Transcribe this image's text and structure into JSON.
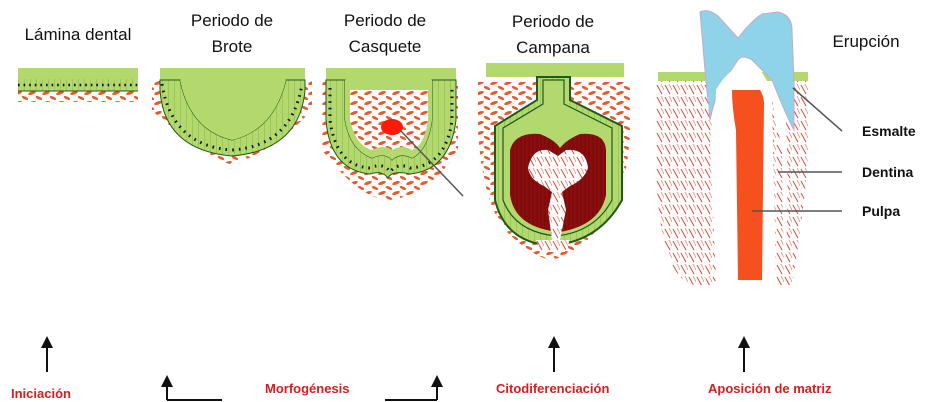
{
  "stages": [
    {
      "id": "lamina",
      "title_lines": [
        "Lámina dental"
      ]
    },
    {
      "id": "brote",
      "title_lines": [
        "Periodo de",
        "Brote"
      ]
    },
    {
      "id": "casquete",
      "title_lines": [
        "Periodo de",
        "Casquete"
      ]
    },
    {
      "id": "campana",
      "title_lines": [
        "Periodo de",
        "Campana"
      ]
    },
    {
      "id": "erupcion",
      "title_lines": [
        "Erupción"
      ]
    }
  ],
  "labels": {
    "esmalte": "Esmalte",
    "dentina": "Dentina",
    "pulpa": "Pulpa"
  },
  "phases": {
    "iniciacion": "Iniciación",
    "morfogenesis": "Morfogénesis",
    "citodiferenciacion": "Citodiferenciación",
    "aposicion": "Aposición de matriz"
  },
  "colors": {
    "epithelium": "#b3d96e",
    "epithelium_dark": "#1f5a1a",
    "cell_dots": "#111111",
    "mesenchyme": "#e8582b",
    "enamel": "#8fd3e8",
    "dentin": "#8b0e0e",
    "pulp": "#f5501e",
    "phase_text": "#d91c1c"
  },
  "icons": [
    "up-arrow-icon",
    "bent-arrow-icon"
  ]
}
